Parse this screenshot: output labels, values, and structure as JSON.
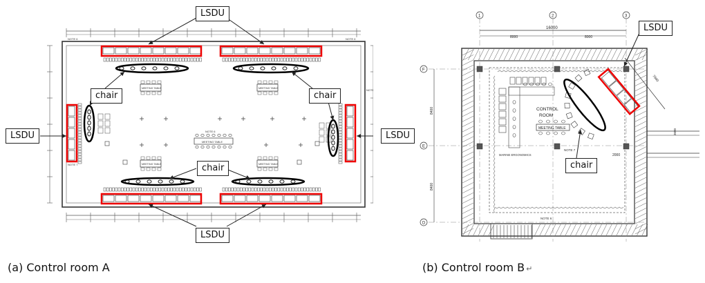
{
  "figure": {
    "caption_a": "(a) Control room A",
    "caption_b": "(b) Control room B",
    "caption_b_mark": "↵"
  },
  "room_a": {
    "callouts": {
      "lsdu_top": "LSDU",
      "lsdu_left": "LSDU",
      "lsdu_right": "LSDU",
      "lsdu_bottom": "LSDU",
      "chair_left": "chair",
      "chair_right": "chair",
      "chair_center": "chair"
    },
    "drawing_labels": {
      "meeting_table_1": "MEETING TABLE",
      "meeting_table_2": "MEETING TABLE",
      "meeting_table_3": "MEETING TABLE",
      "meeting_table_4": "MEETING TABLE",
      "meeting_table_center": "MEETING TABLE",
      "note_tl": "NOTE 6",
      "note_tr": "NOTE 6",
      "note_l": "NOTE 7",
      "note_r": "NOTE 6",
      "note_center": "NOTE 6"
    }
  },
  "room_b": {
    "callouts": {
      "lsdu": "LSDU",
      "chair": "chair"
    },
    "drawing_labels": {
      "grid_top": [
        "1",
        "2",
        "3"
      ],
      "grid_left": [
        "F",
        "E",
        "D"
      ],
      "dim_total": "16000",
      "dim_left": "8000",
      "dim_right": "8000",
      "dim_v_top": "8400",
      "dim_v_bottom": "8400",
      "dim_diag": "7640",
      "dim_right_small": "3600",
      "dim_small": "2000",
      "control_room": "CONTROL",
      "control_room_2": "ROOM",
      "meeting_table": "MEETING TABLE",
      "marine_ergonomics": "MARINE ERGONOMICS",
      "note_7": "NOTE 7",
      "note_6": "NOTE 6"
    }
  }
}
